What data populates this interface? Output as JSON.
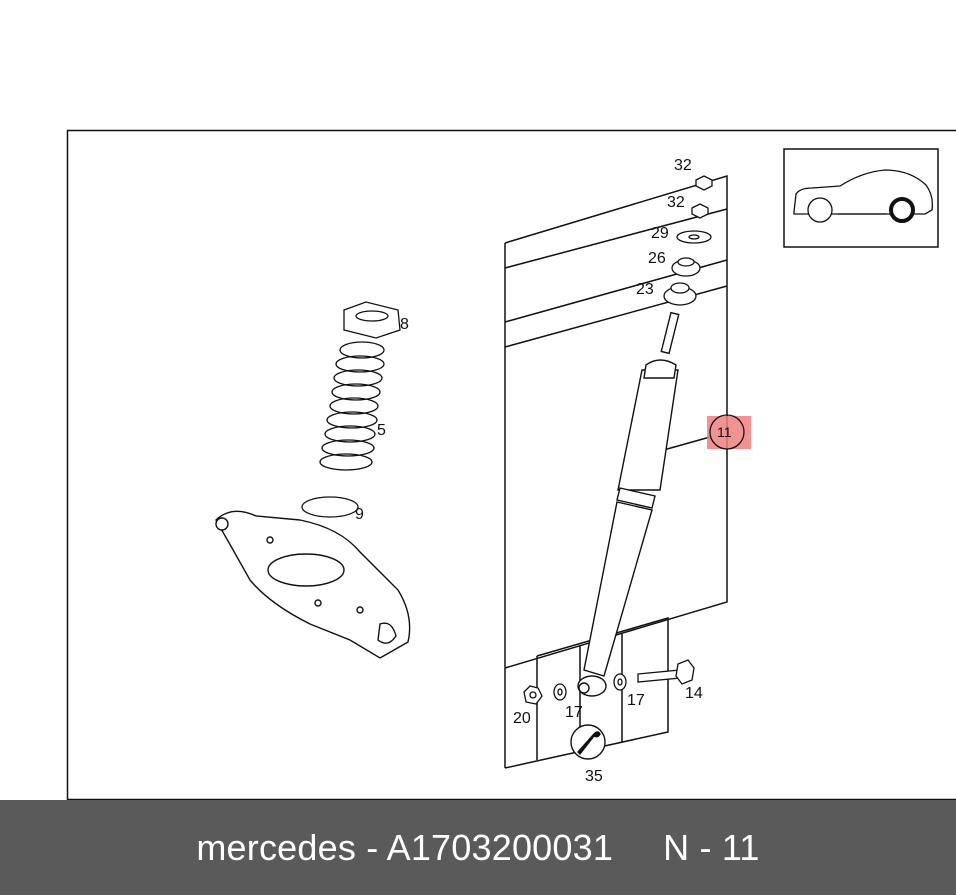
{
  "diagram": {
    "callouts": {
      "c32a": "32",
      "c32b": "32",
      "c29": "29",
      "c26": "26",
      "c23": "23",
      "c8": "8",
      "c5": "5",
      "c9": "9",
      "c11": "11",
      "c20": "20",
      "c17a": "17",
      "c17b": "17",
      "c14": "14",
      "c35": "35"
    },
    "highlight_color": "#f08080"
  },
  "footer": {
    "brand_part": "mercedes - A1703200031",
    "part_number_label": "N - 11",
    "background_color": "#5a5a5a"
  }
}
